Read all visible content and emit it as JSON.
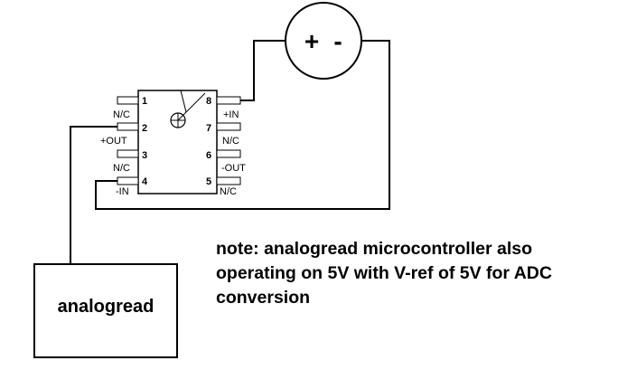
{
  "battery": {
    "plus": "+",
    "minus": "-"
  },
  "chip": {
    "pins": [
      {
        "num": "1",
        "label": "N/C"
      },
      {
        "num": "2",
        "label": "+OUT"
      },
      {
        "num": "3",
        "label": "N/C"
      },
      {
        "num": "4",
        "label": "-IN"
      },
      {
        "num": "5",
        "label": "N/C"
      },
      {
        "num": "6",
        "label": "-OUT"
      },
      {
        "num": "7",
        "label": "N/C"
      },
      {
        "num": "8",
        "label": "+IN"
      }
    ]
  },
  "microcontroller": {
    "label": "analogread"
  },
  "note": {
    "lines": [
      "note: analogread microcontroller also",
      "operating on 5V with V-ref of 5V for ADC",
      "conversion"
    ]
  }
}
